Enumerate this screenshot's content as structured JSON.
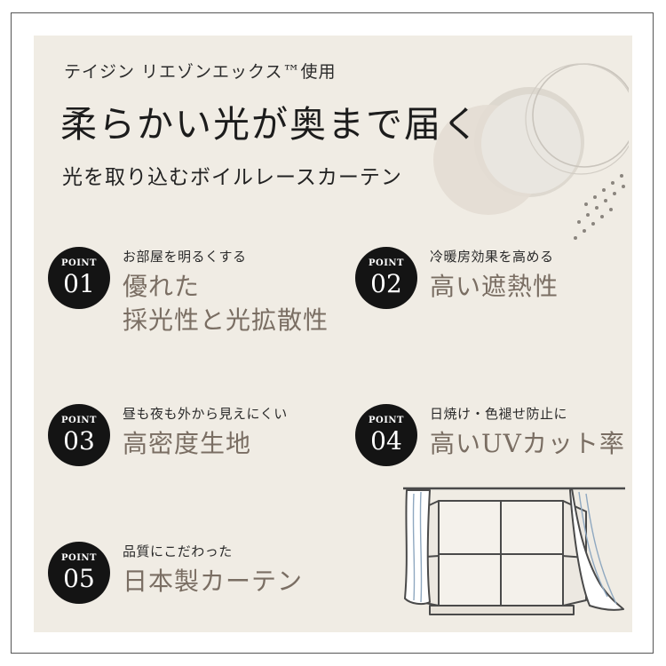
{
  "header": {
    "subtitle": "テイジン リエゾンエックス™使用",
    "title": "柔らかい光が奥まで届く",
    "tagline": "光を取り込むボイルレースカーテン"
  },
  "points": [
    {
      "label": "POINT",
      "number": "01",
      "caption": "お部屋を明るくする",
      "lines": [
        "優れた",
        "採光性と光拡散性"
      ]
    },
    {
      "label": "POINT",
      "number": "02",
      "caption": "冷暖房効果を高める",
      "lines": [
        "高い遮熱性"
      ]
    },
    {
      "label": "POINT",
      "number": "03",
      "caption": "昼も夜も外から見えにくい",
      "lines": [
        "高密度生地"
      ]
    },
    {
      "label": "POINT",
      "number": "04",
      "caption": "日焼け・色褪せ防止に",
      "lines": [
        "高いUVカット率"
      ]
    },
    {
      "label": "POINT",
      "number": "05",
      "caption": "品質にこだわった",
      "lines": [
        "日本製カーテン"
      ]
    }
  ],
  "colors": {
    "panel": "#f0ece4",
    "badge": "#141414",
    "heading_accent": "#7a6e63"
  }
}
